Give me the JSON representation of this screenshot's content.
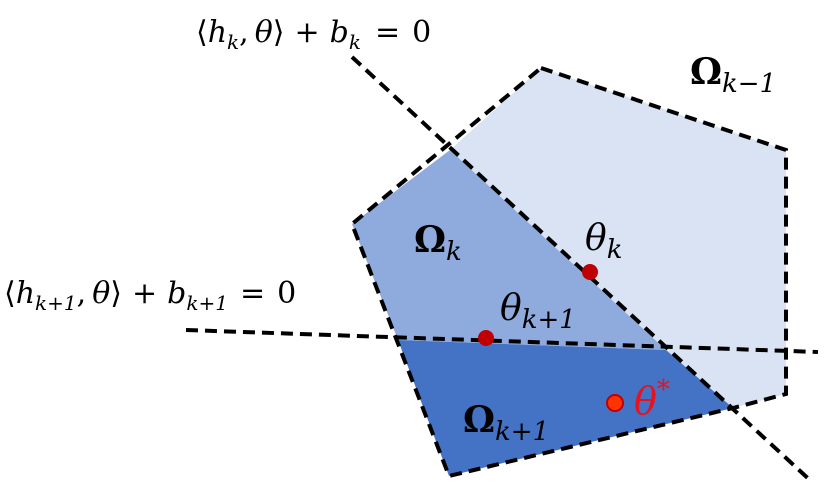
{
  "colors": {
    "region_prev": "#dae3f3",
    "region_k": "#8faadc",
    "region_next": "#4472c4",
    "boundary": "#000000",
    "point_dark": "#c00000",
    "point_star_fill": "#ff3300",
    "point_star_stroke": "#c00000",
    "label_red": "#e8121e"
  },
  "labels": {
    "hyperplane_k": {
      "langle": "⟨",
      "h": "h",
      "h_sub": "k",
      "comma": ",",
      "theta": "θ",
      "rangle": "⟩",
      "plus": "+",
      "b": "b",
      "b_sub": "k",
      "equals": "=",
      "zero": "0"
    },
    "hyperplane_k1": {
      "langle": "⟨",
      "h": "h",
      "h_sub": "k+1",
      "comma": ",",
      "theta": "θ",
      "rangle": "⟩",
      "plus": "+",
      "b": "b",
      "b_sub": "k+1",
      "equals": "=",
      "zero": "0"
    },
    "omega_prev": {
      "symbol": "Ω",
      "sub": "k−1"
    },
    "omega_k": {
      "symbol": "Ω",
      "sub": "k"
    },
    "omega_next": {
      "symbol": "Ω",
      "sub": "k+1"
    },
    "theta_k": {
      "symbol": "θ",
      "sub": "k"
    },
    "theta_k1": {
      "symbol": "θ",
      "sub": "k+1"
    },
    "theta_star": {
      "symbol": "θ",
      "sup": "*"
    }
  }
}
